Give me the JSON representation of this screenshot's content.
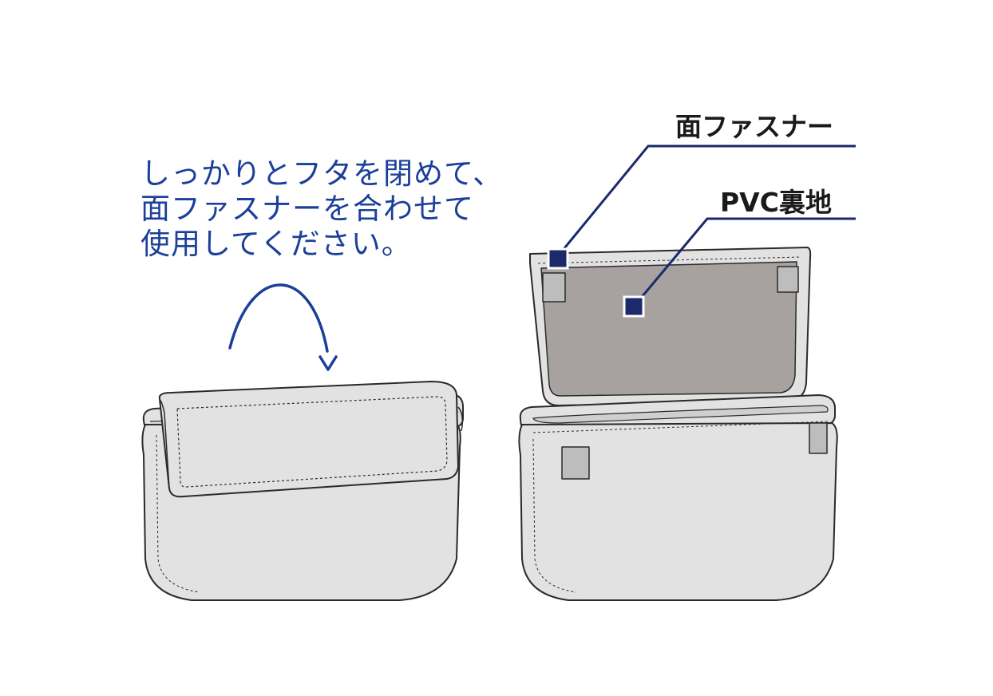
{
  "instruction": {
    "lines": [
      "しっかりとフタを閉めて、",
      "面ファスナーを合わせて",
      "使用してください。"
    ]
  },
  "callouts": {
    "velcro_label": "面ファスナー",
    "pvc_label": "PVC裏地"
  },
  "colors": {
    "accent_text": "#1b3f9a",
    "leader_line": "#1c2a6b",
    "bag_fill": "#e2e2e2",
    "pvc_lining": "#a7a29f",
    "velcro_patch": "#bdbdbd",
    "outline": "#2a2a2a"
  },
  "icons": {
    "arrow": "curved-arrow-icon"
  }
}
